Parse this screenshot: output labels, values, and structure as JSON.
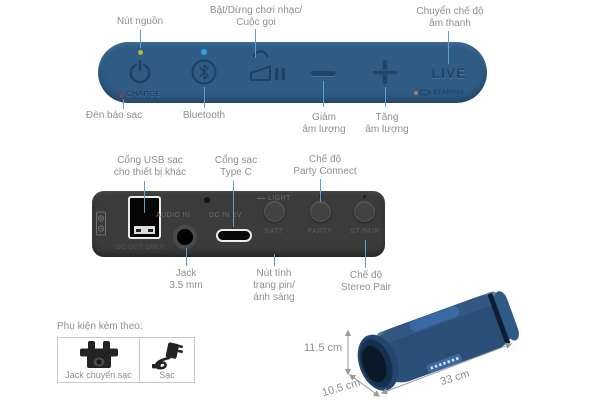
{
  "colors": {
    "bar_blue": "#2e5c85",
    "icon_navy": "#1c4164",
    "leader_blue": "#57a1d9",
    "label_gray": "#8f8f8f",
    "panel_gray": "#3b3b3b",
    "power_led_yellow": "#b9b63b",
    "bluetooth_led_blue": "#2e9fe6",
    "charge_led_red": "#93402f",
    "stamina_dot_orange": "#c2782f",
    "speaker_body_blue": "#2a4e78"
  },
  "top": {
    "panel": {
      "charge": "CHARGE",
      "live": "LIVE",
      "stamina": "STAMINA"
    },
    "callouts": {
      "power": "Nút nguồn",
      "play_call": "Bật/Dừng chơi nhạc/\nCuộc gọi",
      "sound_mode": "Chuyển chế độ\nâm thanh",
      "charge_light": "Đèn báo sạc",
      "bluetooth": "Bluetooth",
      "vol_down": "Giảm\nâm lượng",
      "vol_up": "Tăng\nâm lượng"
    }
  },
  "io": {
    "panel": {
      "audio_in": "AUDIO IN",
      "dc_in": "DC IN 5V",
      "dc_out": "DC OUT ONLY",
      "light": "LIGHT",
      "batt": "BATT",
      "party": "PARTY",
      "st_pair": "ST PAIR"
    },
    "callouts": {
      "usb_out": "Cổng USB sạc\ncho thiết bị khác",
      "type_c": "Cổng sạc\nType C",
      "party_connect": "Chế độ\nParty Connect",
      "jack": "Jack\n3.5 mm",
      "batt_light": "Nút tình\ntrạng pin/\nánh sáng",
      "stereo_pair": "Chế độ\nStereo Pair"
    }
  },
  "accessories": {
    "heading": "Phụ kiện kèm theo:",
    "items": [
      {
        "label": "Jack chuyển sạc"
      },
      {
        "label": "Sạc"
      }
    ]
  },
  "dimensions": {
    "height": "11.5 cm",
    "depth": "10.5 cm",
    "width": "33 cm"
  }
}
